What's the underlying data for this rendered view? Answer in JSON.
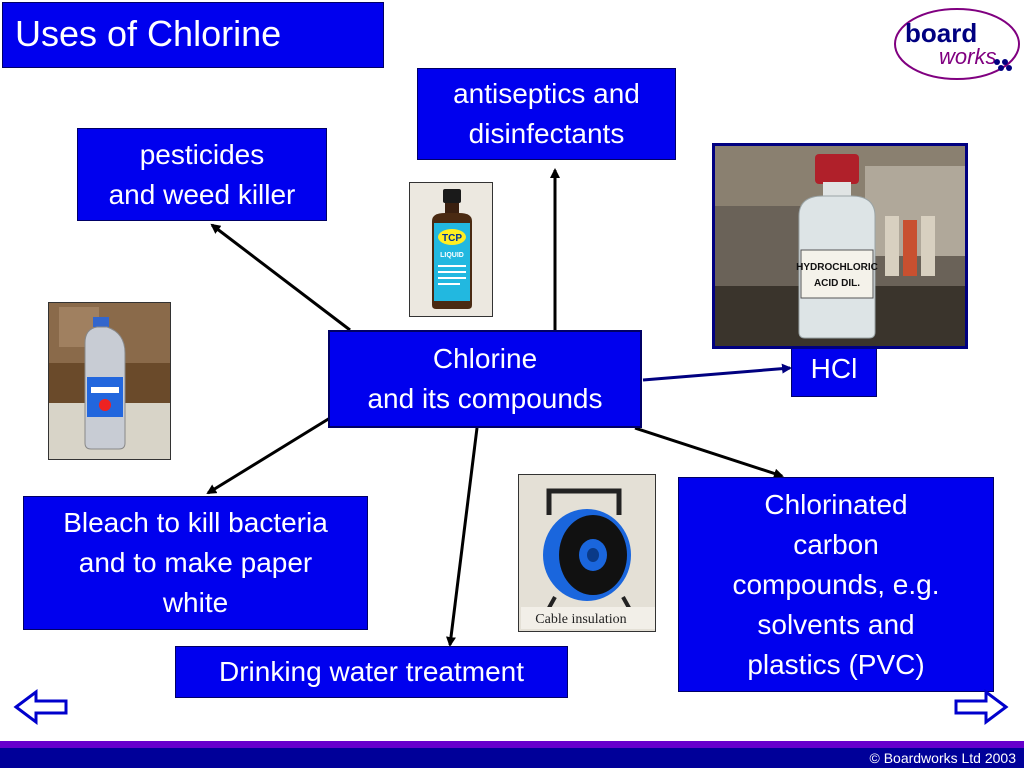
{
  "title": "Uses of Chlorine",
  "logo": {
    "main": "board",
    "sub": "works"
  },
  "center": {
    "line1": "Chlorine",
    "line2": "and its compounds"
  },
  "nodes": {
    "antiseptics": {
      "line1": "antiseptics and",
      "line2": "disinfectants"
    },
    "pesticides": {
      "line1": "pesticides",
      "line2": "and weed killer"
    },
    "hcl": "HCl",
    "bleach": {
      "line1": "Bleach to kill bacteria",
      "line2": "and to make paper",
      "line3": "white"
    },
    "water": "Drinking water treatment",
    "chlorinated": {
      "line1": "Chlorinated",
      "line2": "carbon",
      "line3": "compounds, e.g.",
      "line4": "solvents and",
      "line5": "plastics (PVC)"
    }
  },
  "photos": {
    "tcp": {
      "brand": "TCP",
      "label": "LIQUID"
    },
    "hcl": {
      "label1": "HYDROCHLORIC",
      "label2": "ACID  DIL."
    },
    "cable": {
      "caption": "Cable insulation"
    }
  },
  "footer": {
    "copyright": "© Boardworks Ltd 2003"
  },
  "colors": {
    "box": "#0000ee",
    "footer_purple": "#6600cc",
    "footer_blue": "#000099",
    "arrow": "#000000",
    "hcl_arrow": "#000080"
  },
  "icons": {
    "prev": "arrow-left-icon",
    "next": "arrow-right-icon"
  }
}
